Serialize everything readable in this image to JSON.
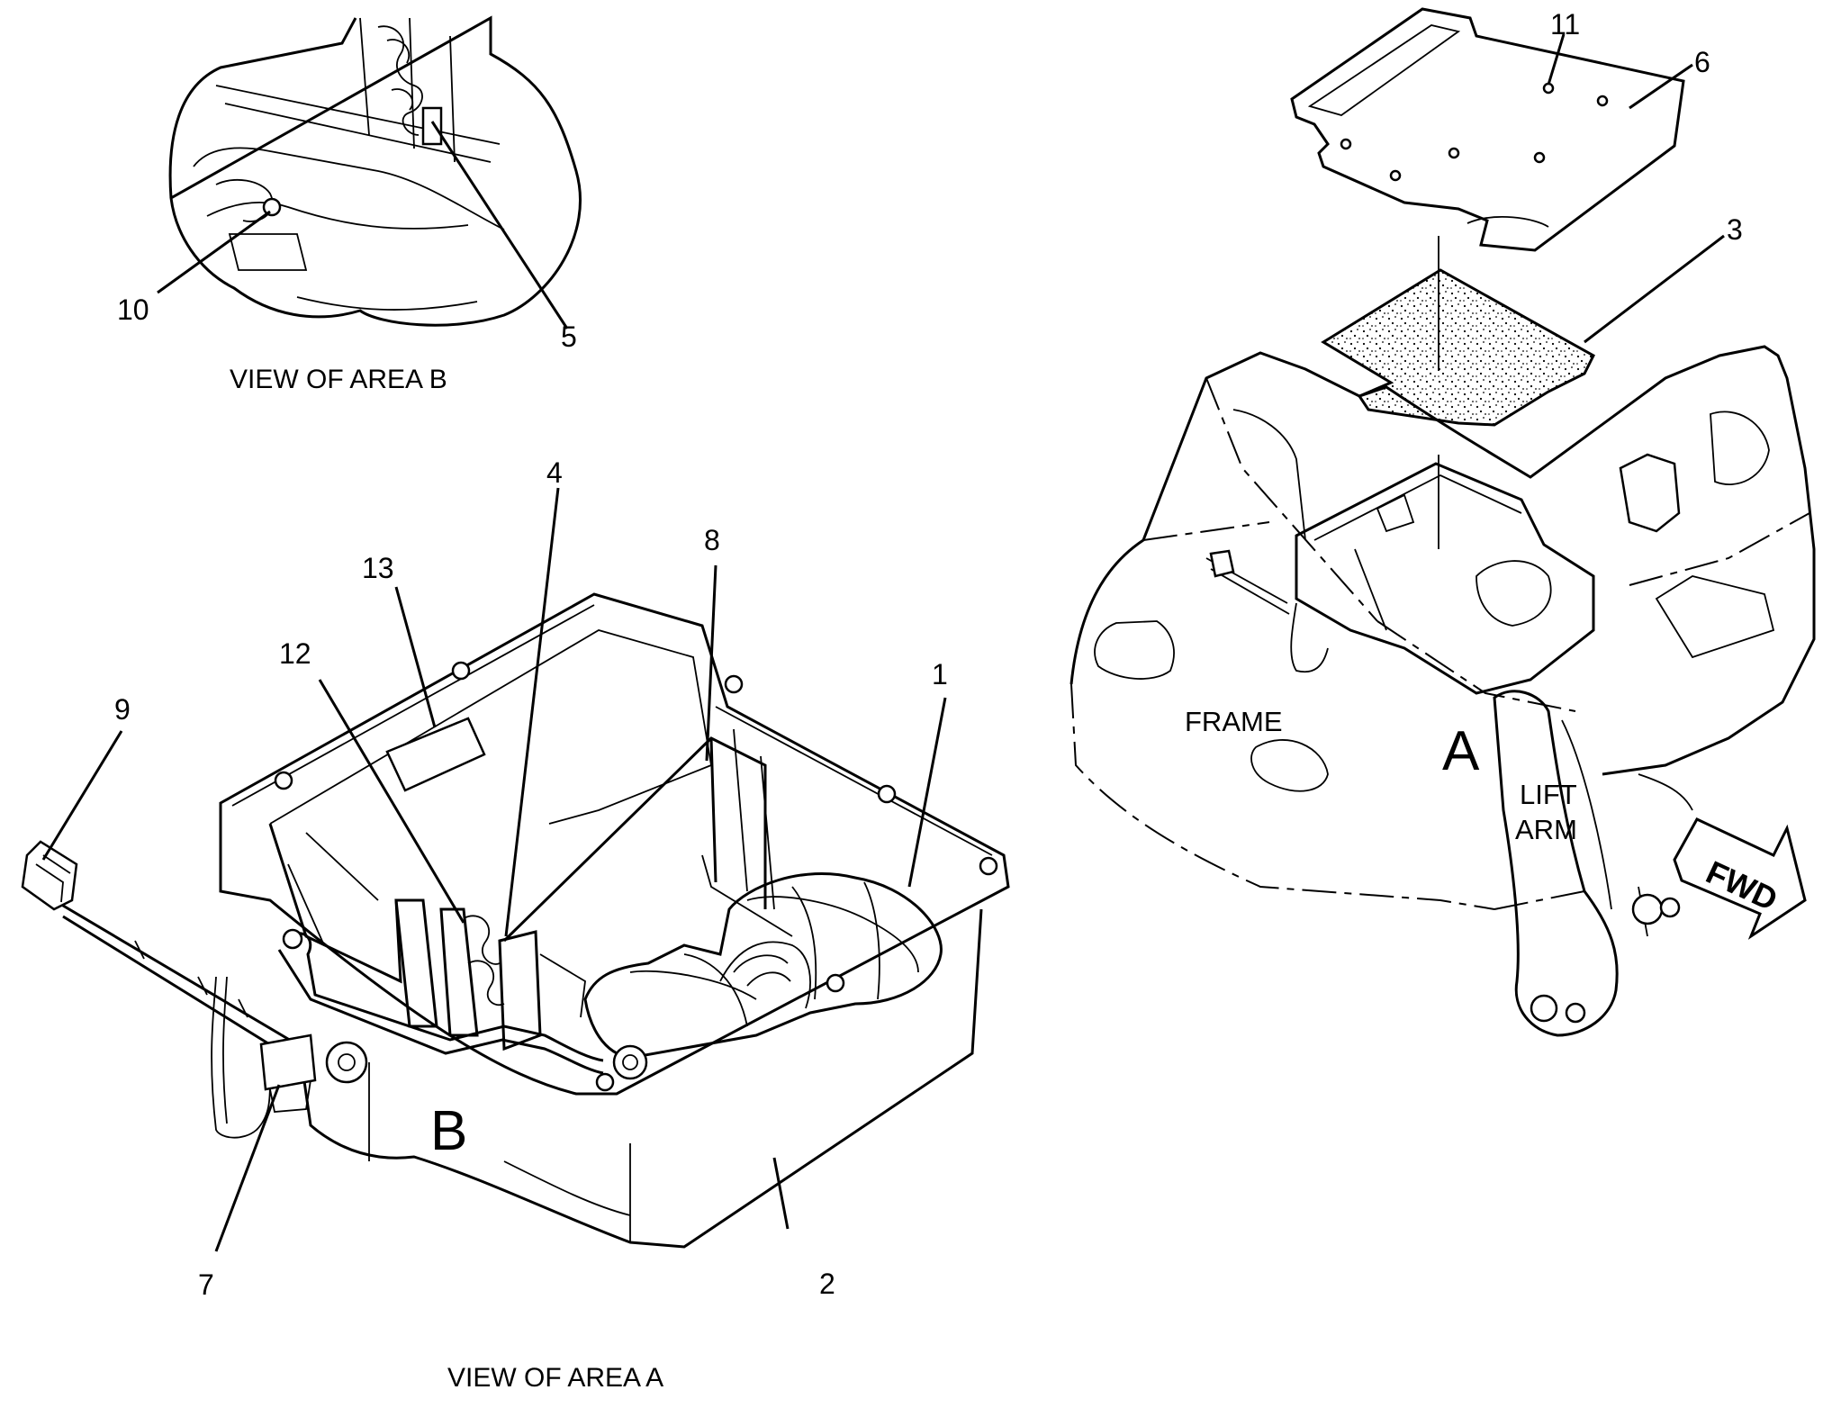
{
  "callouts": {
    "c1": "1",
    "c2": "2",
    "c3": "3",
    "c4": "4",
    "c5": "5",
    "c6": "6",
    "c7": "7",
    "c8": "8",
    "c9": "9",
    "c10": "10",
    "c11": "11",
    "c12": "12",
    "c13": "13"
  },
  "captions": {
    "view_b": "VIEW OF AREA  B",
    "view_a": "VIEW OF AREA  A"
  },
  "area_markers": {
    "a": "A",
    "b": "B"
  },
  "labels": {
    "frame": "FRAME",
    "lift_arm_line1": "LIFT",
    "lift_arm_line2": "ARM",
    "fwd": "FWD"
  }
}
